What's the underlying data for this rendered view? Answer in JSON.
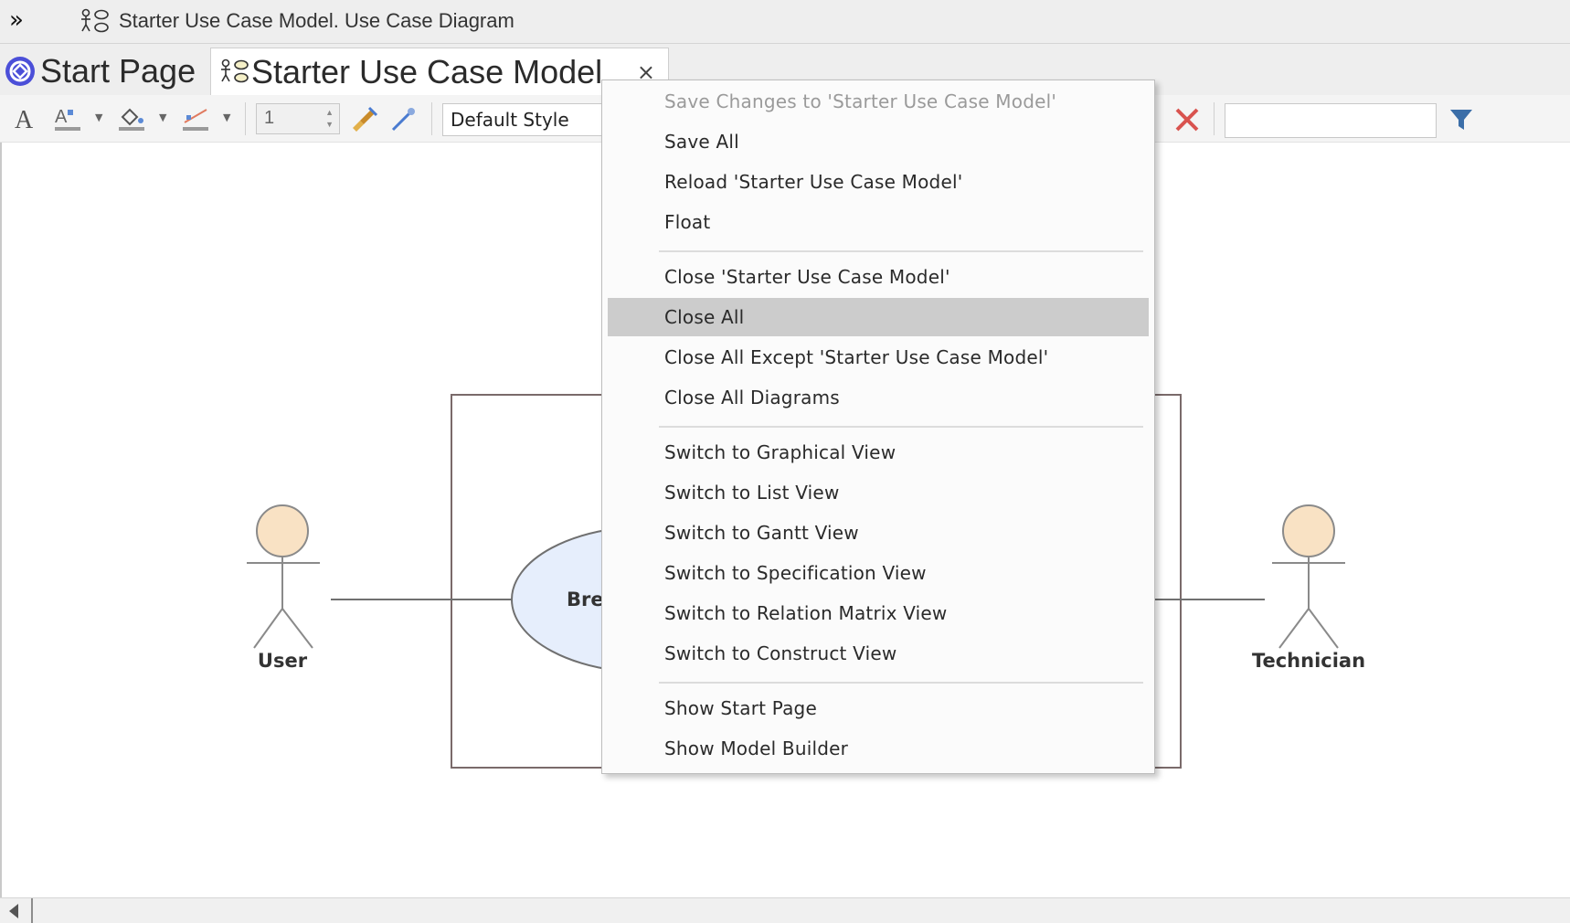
{
  "window": {
    "title": "Starter Use Case Model.  Use Case Diagram",
    "expand_glyph": "»",
    "diagram_icon": "use-case-diagram-icon"
  },
  "tabs": [
    {
      "label": "Start Page",
      "icon": "start-page-icon",
      "active": false
    },
    {
      "label": "Starter Use Case Model",
      "icon": "use-case-diagram-icon",
      "active": true,
      "close_glyph": "×"
    }
  ],
  "toolbar": {
    "line_width_value": "1",
    "style_value": "Default Style",
    "search_value": "",
    "icons": [
      "font-icon",
      "font-color-icon",
      "fill-color-icon",
      "line-color-icon",
      "apply-style-icon",
      "pick-style-icon",
      "delete-icon",
      "filter-icon"
    ]
  },
  "diagram": {
    "actors": [
      {
        "name": "User"
      },
      {
        "name": "Technician"
      }
    ],
    "use_case_label": "Bre"
  },
  "context_menu": {
    "items": [
      {
        "label": "Save Changes to 'Starter Use Case Model'",
        "disabled": true
      },
      {
        "label": "Save All"
      },
      {
        "label": "Reload 'Starter Use Case Model'"
      },
      {
        "label": "Float"
      },
      {
        "separator": true
      },
      {
        "label": "Close 'Starter Use Case Model'"
      },
      {
        "label": "Close All",
        "highlighted": true
      },
      {
        "label": "Close All Except 'Starter Use Case Model'"
      },
      {
        "label": "Close All Diagrams"
      },
      {
        "separator": true
      },
      {
        "label": "Switch to Graphical View"
      },
      {
        "label": "Switch to List View"
      },
      {
        "label": "Switch to Gantt View"
      },
      {
        "label": "Switch to Specification View"
      },
      {
        "label": "Switch to Relation Matrix View"
      },
      {
        "label": "Switch to Construct View"
      },
      {
        "separator": true
      },
      {
        "label": "Show Start Page"
      },
      {
        "label": "Show Model Builder"
      }
    ]
  },
  "colors": {
    "menu_highlight": "#cccccc",
    "actor_head_fill": "#f9e2c4",
    "use_case_fill": "#e6eefc",
    "delete_red": "#d9534f",
    "filter_blue": "#3b6ea8"
  }
}
